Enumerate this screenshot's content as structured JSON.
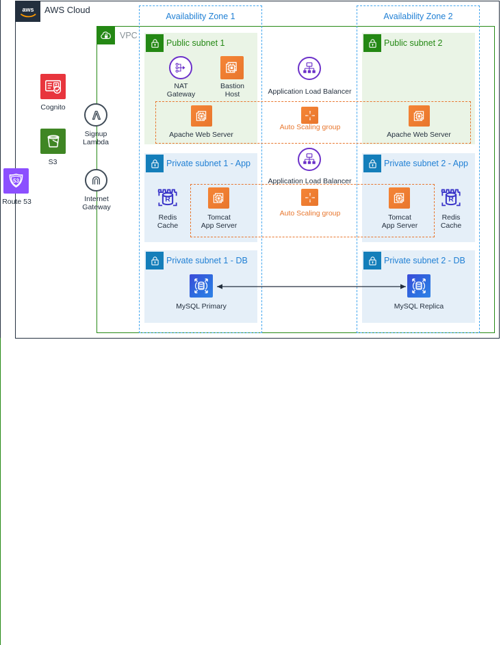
{
  "cloud": {
    "title": "AWS Cloud",
    "logo_icon": "aws-logo-icon"
  },
  "vpc": {
    "title": "VPC",
    "icon": "vpc-cloud-lock-icon"
  },
  "availability_zones": [
    {
      "id": "az1",
      "title": "Availability Zone 1"
    },
    {
      "id": "az2",
      "title": "Availability Zone 2"
    }
  ],
  "external_services": [
    {
      "name": "Route 53",
      "icon": "route53-shield-icon",
      "color": "#8c4fff"
    },
    {
      "name": "Cognito",
      "icon": "cognito-id-card-icon",
      "color": "#e8353d"
    },
    {
      "name": "S3",
      "icon": "s3-bucket-icon",
      "color": "#3f8624"
    }
  ],
  "edge_services": [
    {
      "name": "Signup Lambda",
      "line1": "Signup",
      "line2": "Lambda",
      "icon": "lambda-icon"
    },
    {
      "name": "Internet Gateway",
      "line1": "Internet",
      "line2": "Gateway",
      "icon": "internet-gateway-icon"
    }
  ],
  "subnets": {
    "public_1": {
      "title": "Public subnet 1",
      "icon": "subnet-lock-icon",
      "resources": [
        {
          "name": "NAT Gateway",
          "line1": "NAT",
          "line2": "Gateway",
          "icon": "nat-gateway-icon"
        },
        {
          "name": "Bastion Host",
          "line1": "Bastion",
          "line2": "Host",
          "icon": "ec2-instance-icon"
        },
        {
          "name": "Apache Web Server",
          "line1": "Apache Web Server",
          "line2": "",
          "icon": "ec2-instance-icon"
        }
      ]
    },
    "public_2": {
      "title": "Public subnet 2",
      "icon": "subnet-lock-icon",
      "resources": [
        {
          "name": "Apache Web Server",
          "line1": "Apache Web Server",
          "line2": "",
          "icon": "ec2-instance-icon"
        }
      ]
    },
    "private_1_app": {
      "title": "Private subnet 1 - App",
      "icon": "subnet-lock-icon",
      "resources": [
        {
          "name": "Redis Cache",
          "line1": "Redis",
          "line2": "Cache",
          "icon": "elasticache-redis-icon"
        },
        {
          "name": "Tomcat App Server",
          "line1": "Tomcat",
          "line2": "App Server",
          "icon": "ec2-instance-icon"
        }
      ]
    },
    "private_2_app": {
      "title": "Private subnet 2 - App",
      "icon": "subnet-lock-icon",
      "resources": [
        {
          "name": "Tomcat App Server",
          "line1": "Tomcat",
          "line2": "App Server",
          "icon": "ec2-instance-icon"
        },
        {
          "name": "Redis Cache",
          "line1": "Redis",
          "line2": "Cache",
          "icon": "elasticache-redis-icon"
        }
      ]
    },
    "private_1_db": {
      "title": "Private subnet 1 - DB",
      "icon": "subnet-lock-icon",
      "resources": [
        {
          "name": "MySQL Primary",
          "line1": "MySQL Primary",
          "line2": "",
          "icon": "rds-mysql-icon"
        }
      ]
    },
    "private_2_db": {
      "title": "Private subnet 2 - DB",
      "icon": "subnet-lock-icon",
      "resources": [
        {
          "name": "MySQL Replica",
          "line1": "MySQL Replica",
          "line2": "",
          "icon": "rds-mysql-icon"
        }
      ]
    }
  },
  "shared": {
    "web_tier": {
      "load_balancer": {
        "name": "Application Load Balancer",
        "icon": "application-load-balancer-icon"
      },
      "auto_scaling": {
        "name": "Auto Scaling group",
        "icon": "auto-scaling-group-icon"
      }
    },
    "app_tier": {
      "load_balancer": {
        "name": "Application Load Balancer",
        "icon": "application-load-balancer-icon"
      },
      "auto_scaling": {
        "name": "Auto Scaling group",
        "icon": "auto-scaling-group-icon"
      }
    }
  },
  "connections": [
    {
      "from": "MySQL Replica",
      "to": "MySQL Primary",
      "style": "double-arrow",
      "label": ""
    }
  ],
  "colors": {
    "aws_dark": "#232f3e",
    "vpc_green": "#248814",
    "az_blue": "#41a5ee",
    "subnet_blue": "#147eba",
    "orange": "#e8762d",
    "purple": "#6b30c9",
    "public_subnet_bg": "#eaf4e6",
    "private_subnet_bg": "#e5eff8"
  }
}
